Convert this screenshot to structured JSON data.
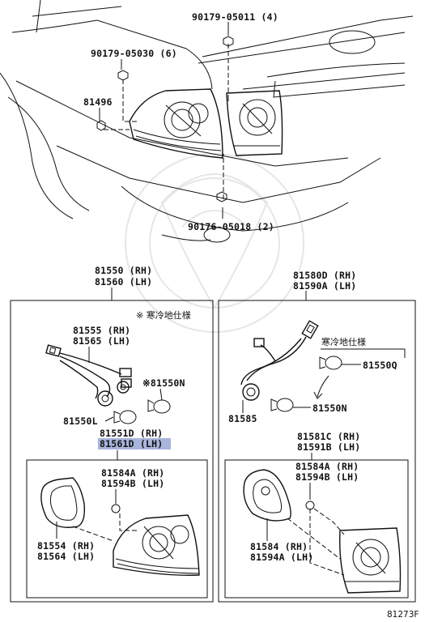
{
  "callouts": {
    "p90179_05011": "90179-05011 (4)",
    "p90179_05030": "90179-05030 (6)",
    "p81496": "81496",
    "p90176_05018": "90176-05018 (2)",
    "left_rh": "81550 (RH)",
    "left_lh": "81560 (LH)",
    "right_rh": "81580D (RH)",
    "right_lh": "81590A (LH)",
    "note_cold_left": "※ 寒冷地仕様",
    "note_cold_right": "寒冷地仕様",
    "socket_rh": "81555 (RH)",
    "socket_lh": "81565 (LH)",
    "bulb_n_left": "※81550N",
    "bulb_l": "81550L",
    "lens_rh": "81551D (RH)",
    "lens_lh": "81561D (LH)",
    "gasket_rh": "81584A (RH)",
    "gasket_lh": "81594B (LH)",
    "pad_rh": "81554 (RH)",
    "pad_lh": "81564 (LH)",
    "bulb_q": "81550Q",
    "socket_right": "81585",
    "bulb_n_right": "81550N",
    "rlens_rh": "81581C (RH)",
    "rlens_lh": "81591B (LH)",
    "rgasket_rh": "81584A (RH)",
    "rgasket_lh": "81594B (LH)",
    "rpad_rh": "81584 (RH)",
    "rpad_lh": "81594A (LH)"
  },
  "footer": {
    "ref_code": "81273F"
  },
  "colors": {
    "highlight": "#a9b4dc",
    "line": "#111111"
  }
}
